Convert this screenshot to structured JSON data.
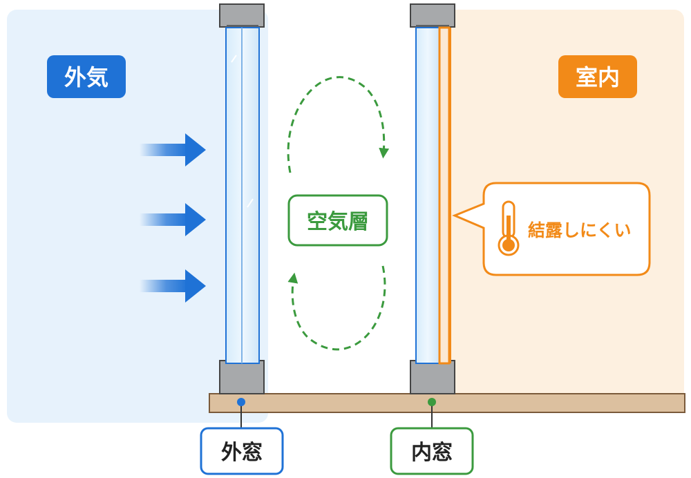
{
  "labels": {
    "outside_air": "外気",
    "indoor": "室内",
    "air_layer": "空気層",
    "less_condensation": "結露しにくい",
    "outer_window": "外窓",
    "inner_window": "内窓"
  },
  "colors": {
    "outside_blue": "#1f72d6",
    "outside_bg": "#e7f2fc",
    "indoor_orange": "#f28a18",
    "indoor_bg": "#fdf0e0",
    "air_green": "#3b9a3e",
    "frame_gray": "#a7a9ab",
    "sill_brown": "#dcc09f"
  },
  "icons": {
    "thermometer": "thermometer-icon",
    "wind_arrow": "wind-arrow-icon",
    "circulation_arrow": "circulation-arrow-icon"
  }
}
